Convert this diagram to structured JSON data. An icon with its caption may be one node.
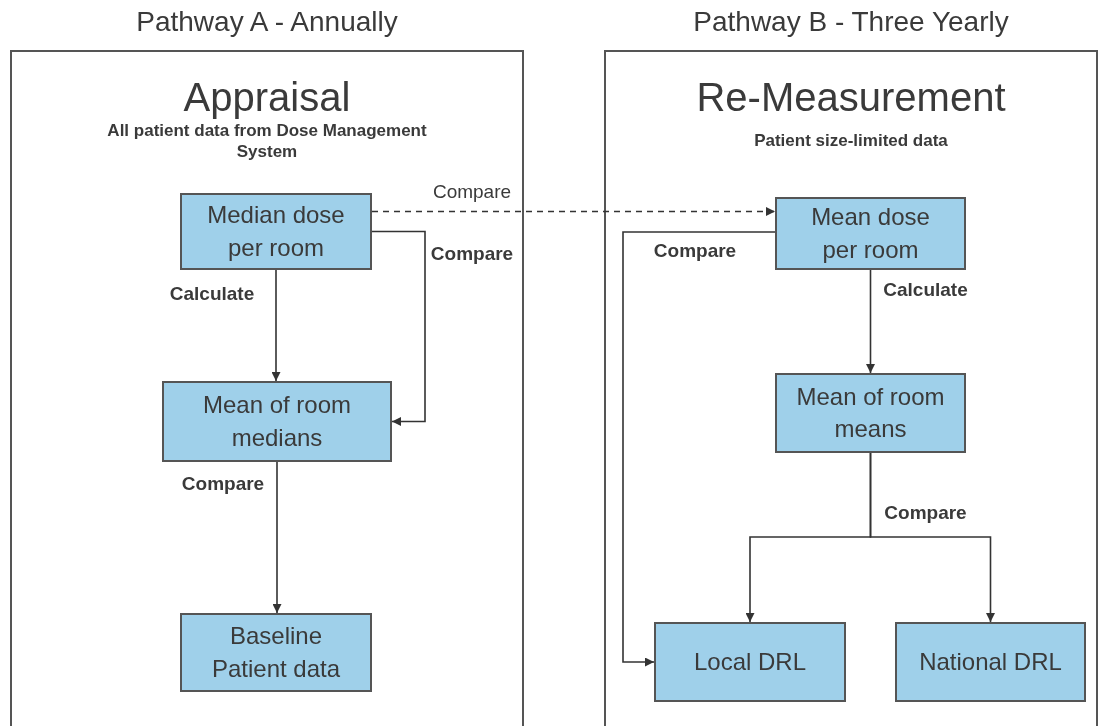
{
  "diagram": {
    "nodes": [
      {
        "text": [
          "Pathway A - Annually",
          "Appraisal",
          "All patient data from Dose Management System"
        ]
      },
      {
        "text": [
          "Median dose per room"
        ],
        "in": 0
      },
      {
        "text": [
          "Mean of room medians"
        ],
        "in": 0
      },
      {
        "text": [
          "Baseline Patient data"
        ],
        "in": 0
      },
      {
        "text": [
          "Pathway B - Three Yearly",
          "Re-Measurement",
          "Patient size-limited data"
        ]
      },
      {
        "text": [
          "Mean dose per room"
        ],
        "in": 4
      },
      {
        "text": [
          "Mean of room means"
        ],
        "in": 4
      },
      {
        "text": [
          "Local DRL"
        ],
        "in": 4
      },
      {
        "text": [
          "National DRL"
        ],
        "in": 4
      }
    ],
    "edges": [
      {
        "from": 1,
        "to": 5,
        "arrow": "to",
        "label": "Compare",
        "style": "dashed"
      },
      {
        "from": 1,
        "to": 2,
        "arrow": "to",
        "label": "Calculate"
      },
      {
        "from": 1,
        "to": 2,
        "arrow": "to",
        "label": "Compare"
      },
      {
        "from": 2,
        "to": 3,
        "arrow": "to",
        "label": "Compare"
      },
      {
        "from": 5,
        "to": 7,
        "arrow": "to",
        "label": "Compare"
      },
      {
        "from": 5,
        "to": 6,
        "arrow": "to",
        "label": "Calculate"
      },
      {
        "from": 6,
        "to": 7,
        "arrow": "to",
        "label": "Compare"
      },
      {
        "from": 6,
        "to": 8,
        "arrow": "to"
      }
    ]
  }
}
